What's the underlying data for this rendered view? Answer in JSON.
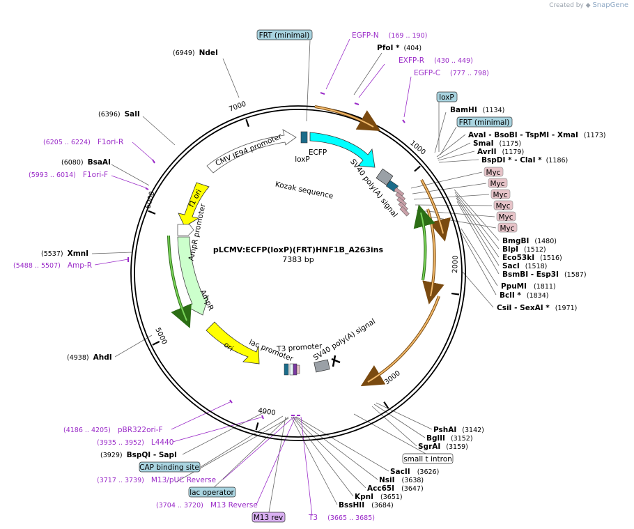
{
  "credit": {
    "prefix": "Created by",
    "brand": "SnapGene"
  },
  "plasmid": {
    "name": "pLCMV:ECFP(loxP)(FRT)HNF1B_A263ins",
    "length_label": "7383 bp"
  },
  "ticks": [
    "1000",
    "2000",
    "3000",
    "4000",
    "5000",
    "6000",
    "7000"
  ],
  "enzymes": [
    {
      "name": "NdeI",
      "pos": "(6949)"
    },
    {
      "name": "PfoI *",
      "pos": "(404)"
    },
    {
      "name": "SalI",
      "pos": "(6396)"
    },
    {
      "name": "BsaAI",
      "pos": "(6080)"
    },
    {
      "name": "XmnI",
      "pos": "(5537)"
    },
    {
      "name": "AhdI",
      "pos": "(4938)"
    },
    {
      "name": "BamHI",
      "pos": "(1134)"
    },
    {
      "name": "AvaI  - BsoBI  - TspMI  - XmaI",
      "pos": "(1173)"
    },
    {
      "name": "SmaI",
      "pos": "(1175)"
    },
    {
      "name": "AvrII",
      "pos": "(1179)"
    },
    {
      "name": "BspDI *  - ClaI *",
      "pos": "(1186)"
    },
    {
      "name": "BmgBI",
      "pos": "(1480)"
    },
    {
      "name": "BlpI",
      "pos": "(1512)"
    },
    {
      "name": "Eco53kI",
      "pos": "(1516)"
    },
    {
      "name": "SacI",
      "pos": "(1518)"
    },
    {
      "name": "BsmBI  - Esp3I",
      "pos": "(1587)"
    },
    {
      "name": "PpuMI",
      "pos": "(1811)"
    },
    {
      "name": "BclI *",
      "pos": "(1834)"
    },
    {
      "name": "CsiI  - SexAI *",
      "pos": "(1971)"
    },
    {
      "name": "PshAI",
      "pos": "(3142)"
    },
    {
      "name": "BglII",
      "pos": "(3152)"
    },
    {
      "name": "SgrAI",
      "pos": "(3159)"
    },
    {
      "name": "SacII",
      "pos": "(3626)"
    },
    {
      "name": "NsiI",
      "pos": "(3638)"
    },
    {
      "name": "Acc65I",
      "pos": "(3647)"
    },
    {
      "name": "KpnI",
      "pos": "(3651)"
    },
    {
      "name": "BssHII",
      "pos": "(3684)"
    },
    {
      "name": "BspQI  - SapI",
      "pos": "(3929)"
    }
  ],
  "primers": [
    {
      "name": "EGFP-N",
      "pos": "(169 .. 190)"
    },
    {
      "name": "EXFP-R",
      "pos": "(430 .. 449)"
    },
    {
      "name": "EGFP-C",
      "pos": "(777 .. 798)"
    },
    {
      "name": "F1ori-R",
      "pos": "(6205 .. 6224)"
    },
    {
      "name": "F1ori-F",
      "pos": "(5993 .. 6014)"
    },
    {
      "name": "Amp-R",
      "pos": "(5488 .. 5507)"
    },
    {
      "name": "pBR322ori-F",
      "pos": "(4186 .. 4205)"
    },
    {
      "name": "L4440",
      "pos": "(3935 .. 3952)"
    },
    {
      "name": "M13/pUC Reverse",
      "pos": "(3717 .. 3739)"
    },
    {
      "name": "M13 Reverse",
      "pos": "(3704 .. 3720)"
    },
    {
      "name": "T3",
      "pos": "(3665 .. 3685)"
    }
  ],
  "boxes": {
    "frt_top": "FRT (minimal)",
    "loxp": "loxP",
    "frt_right": "FRT (minimal)",
    "myc": [
      "Myc",
      "Myc",
      "Myc",
      "Myc",
      "Myc",
      "Myc"
    ],
    "small_t": "small t intron",
    "cap": "CAP binding site",
    "lac_op": "lac operator",
    "m13rev": "M13 rev"
  },
  "features": {
    "cmv": "CMV IE94 promoter",
    "ecfp": "ECFP",
    "loxp": "loxP",
    "kozak": "Kozak sequence",
    "sv40_top": "SV40 poly(A) signal",
    "f1ori": "f1 ori",
    "ampr_prom": "AmpR promoter",
    "ampr": "AmpR",
    "ori": "ori",
    "lac_prom": "lac promoter",
    "t3_prom": "T3 promoter",
    "sv40_bottom": "SV40 poly(A) signal"
  },
  "colors": {
    "ecfp": "#00ffff",
    "f1ori": "#ffff00",
    "ori": "#ffff00",
    "ampr": "#ccffcc",
    "promoter": "#ffffff",
    "polyA": "#9aa0a6",
    "orf_arrow": "#e6a550",
    "green_arrow": "#55b52d",
    "primer": "#9a2bc8",
    "boxblue": "#a9d4e0",
    "boxmyc": "#e6c3c8",
    "boxpurple": "#d9b0f2"
  }
}
